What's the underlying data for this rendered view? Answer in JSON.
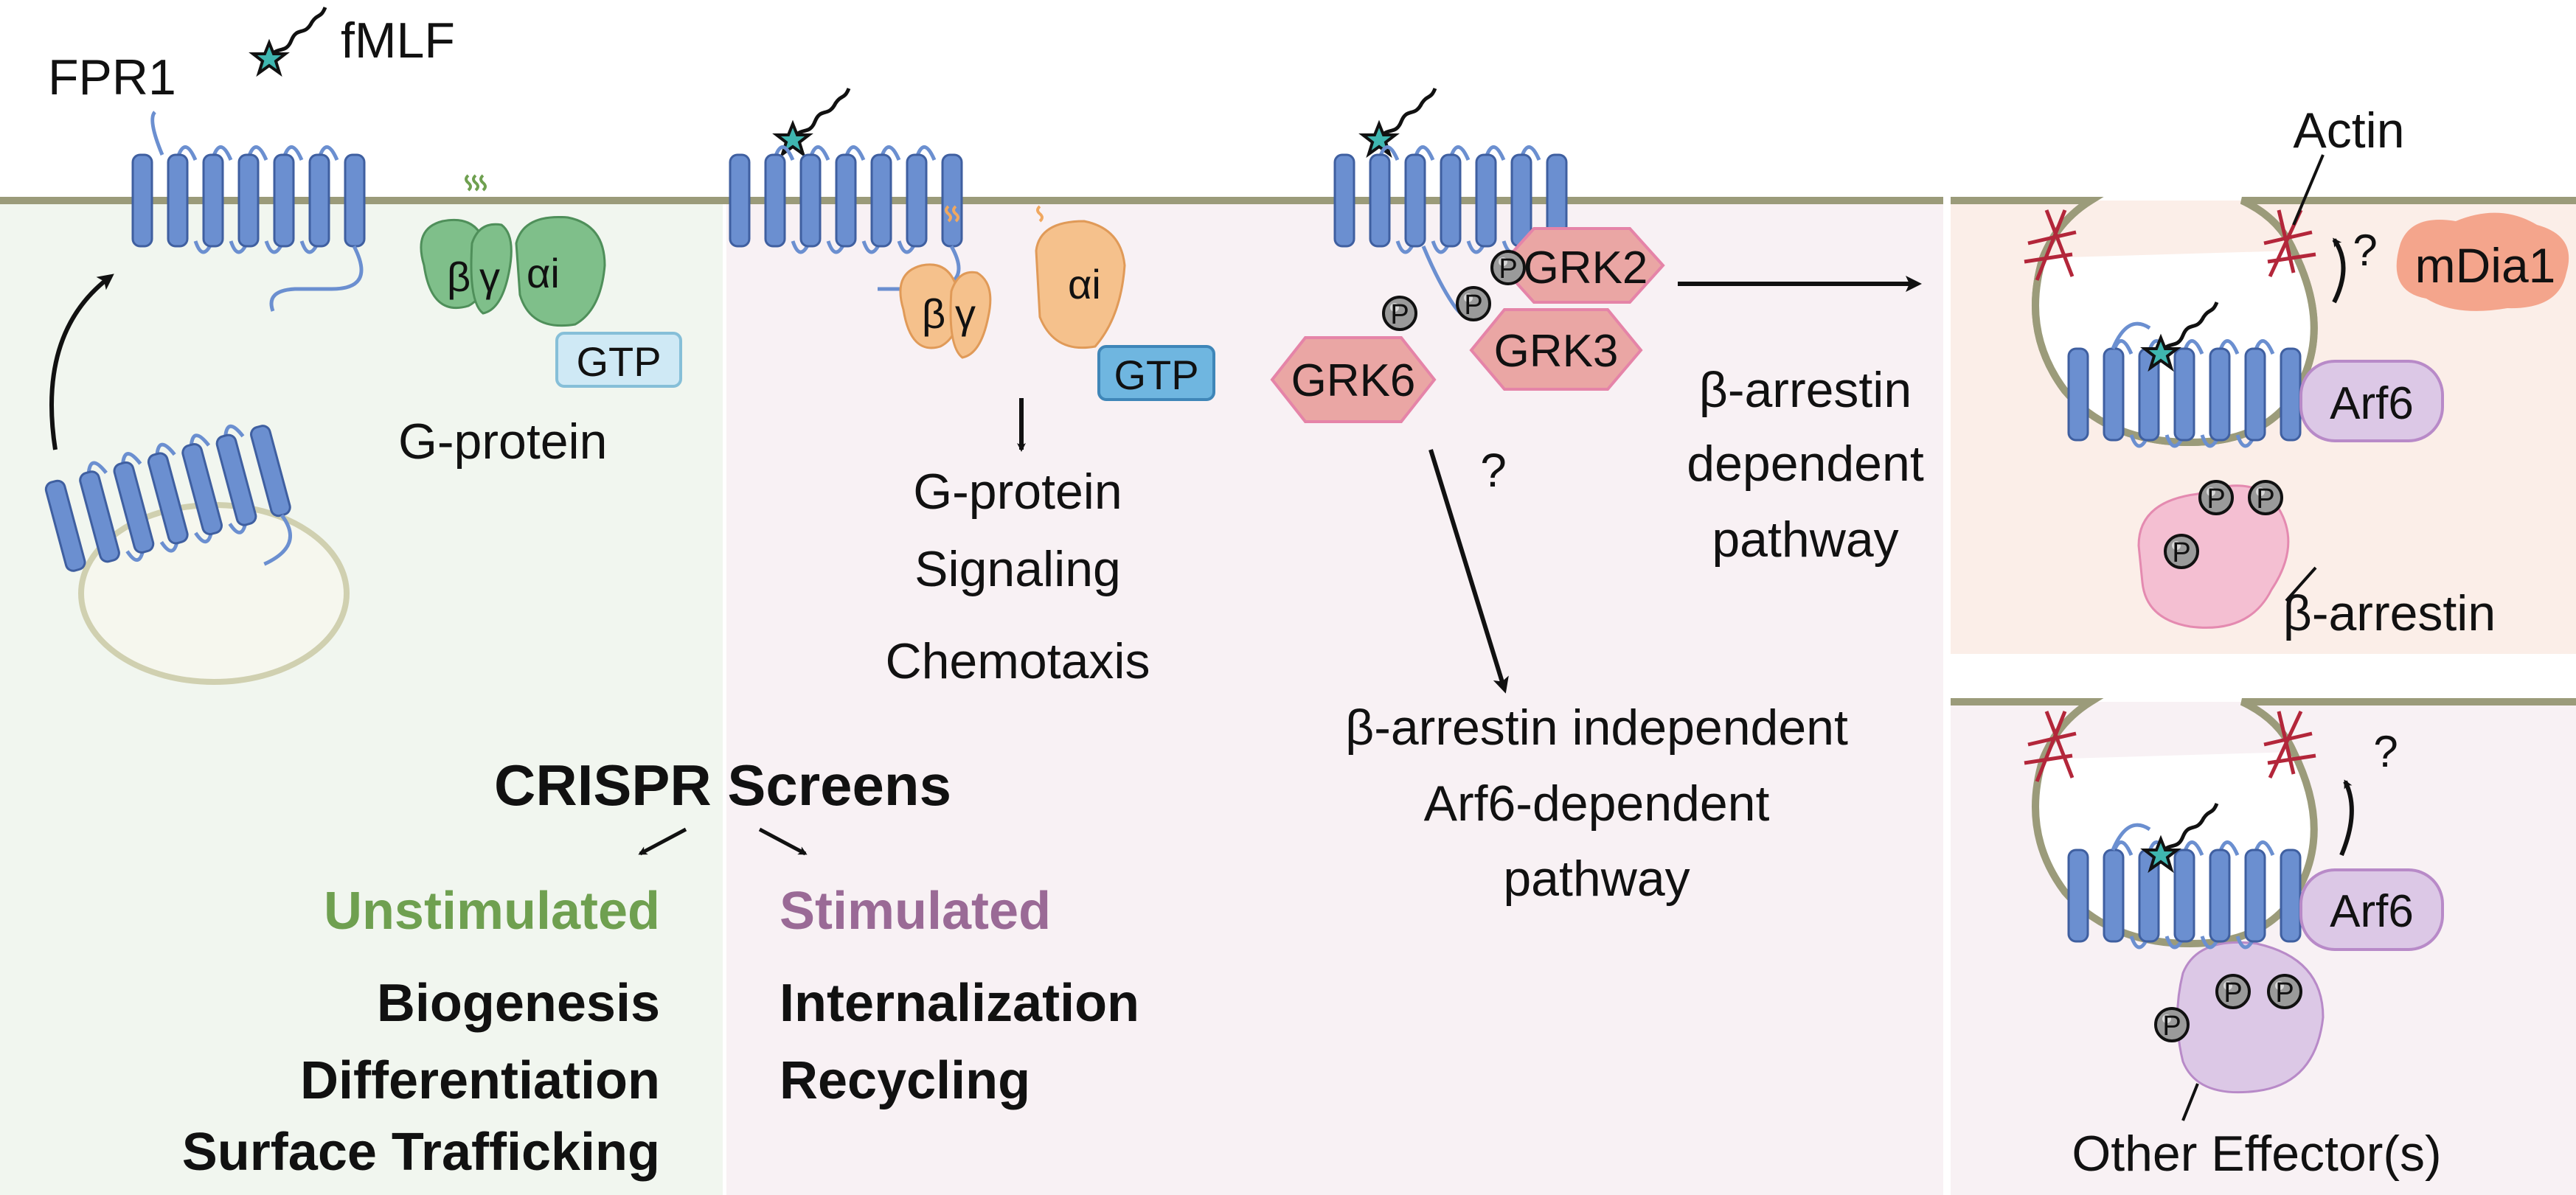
{
  "ligand": {
    "label": "fMLF"
  },
  "receptor": {
    "label": "FPR1"
  },
  "panel1": {
    "gprotein": {
      "beta": "β",
      "gamma": "γ",
      "alpha": "αi",
      "gtp": "GTP",
      "label": "G-protein"
    }
  },
  "panel2": {
    "gprotein": {
      "beta": "β",
      "gamma": "γ",
      "alpha": "αi",
      "gtp": "GTP"
    },
    "signaling_lines": [
      "G-protein",
      "Signaling"
    ],
    "chemotaxis": "Chemotaxis"
  },
  "screens": {
    "title": "CRISPR Screens",
    "unstimulated": {
      "heading": "Unstimulated",
      "items": [
        "Biogenesis",
        "Differentiation",
        "Surface Trafficking"
      ]
    },
    "stimulated": {
      "heading": "Stimulated",
      "items": [
        "Internalization",
        "Recycling"
      ]
    }
  },
  "panel3": {
    "kinases": [
      "GRK2",
      "GRK3",
      "GRK6"
    ],
    "phospho": "P",
    "question": "?",
    "dependent_lines": [
      "β-arrestin",
      "dependent",
      "pathway"
    ],
    "independent_lines": [
      "β-arrestin independent",
      "Arf6-dependent",
      "pathway"
    ]
  },
  "panel4": {
    "actin": "Actin",
    "question": "?",
    "mdia": "mDia1",
    "arf6": "Arf6",
    "phospho": "P",
    "arrestin": "β-arrestin"
  },
  "panel5": {
    "question": "?",
    "arf6": "Arf6",
    "phospho": "P",
    "effector": "Other Effector(s)"
  },
  "colors": {
    "membrane": "#9b9b7a",
    "receptor_fill": "#6b8fd0",
    "receptor_stroke": "#3f5fa0",
    "green_bg": "#f1f6ef",
    "pink_bg": "#f8f1f4",
    "salmon_bg": "#fbeee8",
    "green_text": "#6fa050",
    "purple_text": "#9a6a96",
    "grk_fill": "#eaa6a4",
    "gtp_light": "#cfe9f5",
    "gtp_dark": "#6fb6e0",
    "gprot_green": "#7fbf8a",
    "gprot_orange": "#f5c18c",
    "arf6_fill": "#dcc8e6",
    "arrestin_fill": "#f4bfd2",
    "mdia_fill": "#f4a58c",
    "actin": "#b3263a",
    "star": "#3fb6b0"
  }
}
